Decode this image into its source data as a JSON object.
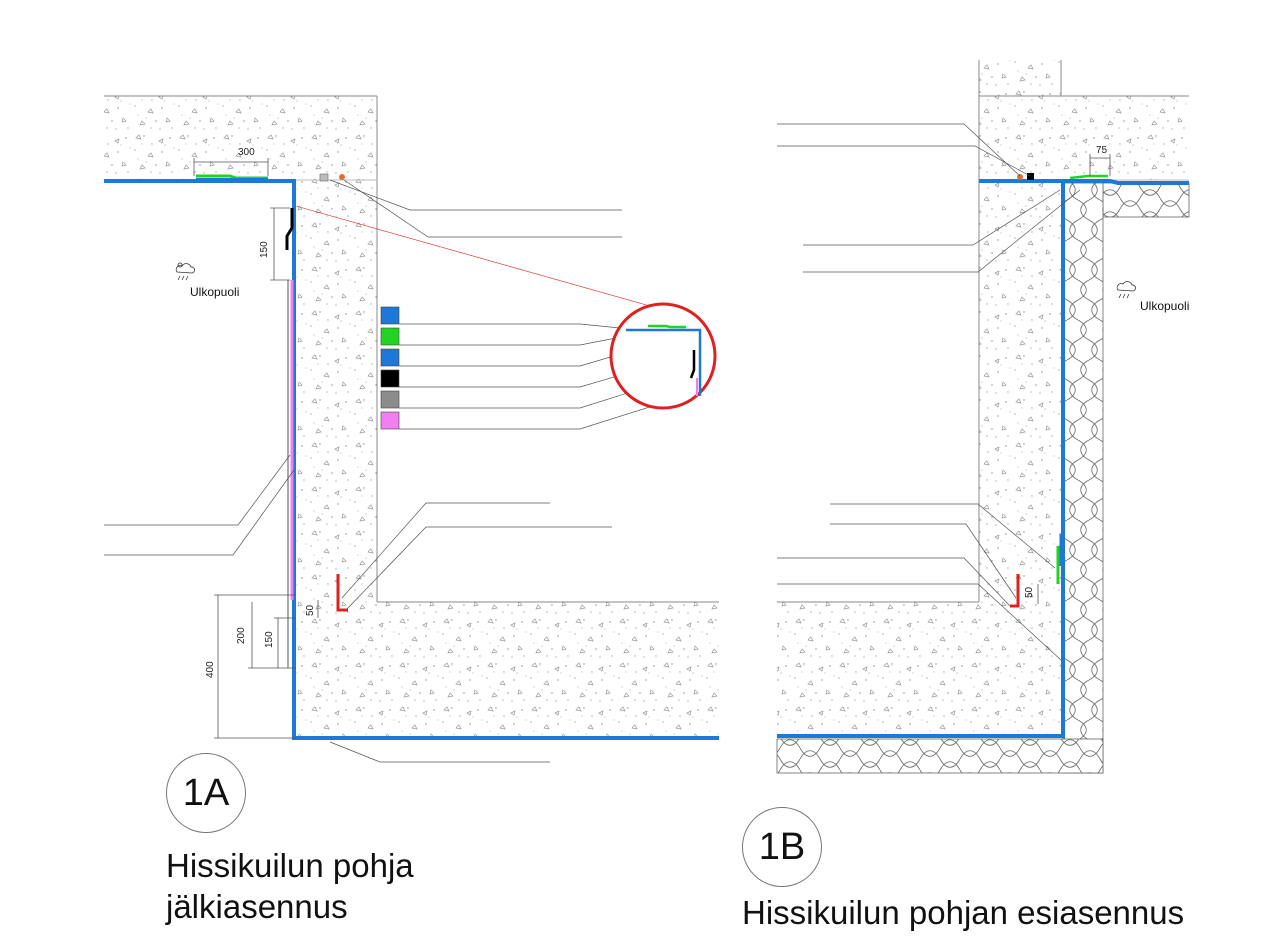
{
  "detail_a": {
    "badge": "1A",
    "caption_line1": "Hissikuilun pohja",
    "caption_line2": "jälkiasennus",
    "outside_label": "Ulkopuoli",
    "dimensions": {
      "top_overlap": "300",
      "upper_flashing": "150",
      "corner_offset": "50",
      "bottom_200": "200",
      "bottom_150": "150",
      "bottom_400": "400"
    }
  },
  "detail_b": {
    "badge": "1B",
    "caption": "Hissikuilun pohjan esiasennus",
    "outside_label": "Ulkopuoli",
    "dimensions": {
      "top_overlap": "75",
      "corner_offset": "50"
    }
  },
  "legend": {
    "swatches": [
      {
        "name": "blue-membrane",
        "color": "#1e78d8"
      },
      {
        "name": "green-tape",
        "color": "#22d322"
      },
      {
        "name": "blue-membrane-2",
        "color": "#1e78d8"
      },
      {
        "name": "black-profile",
        "color": "#000000"
      },
      {
        "name": "grey-sealant",
        "color": "#8c8c8c"
      },
      {
        "name": "pink-board",
        "color": "#f080f0"
      }
    ]
  },
  "colors": {
    "membrane": "#1e78d8",
    "tape": "#22d322",
    "corner_profile": "#e02020",
    "callout_circle": "#e02020",
    "leader": "#555555"
  },
  "icons": [
    "weather-rain-cloud-icon"
  ]
}
